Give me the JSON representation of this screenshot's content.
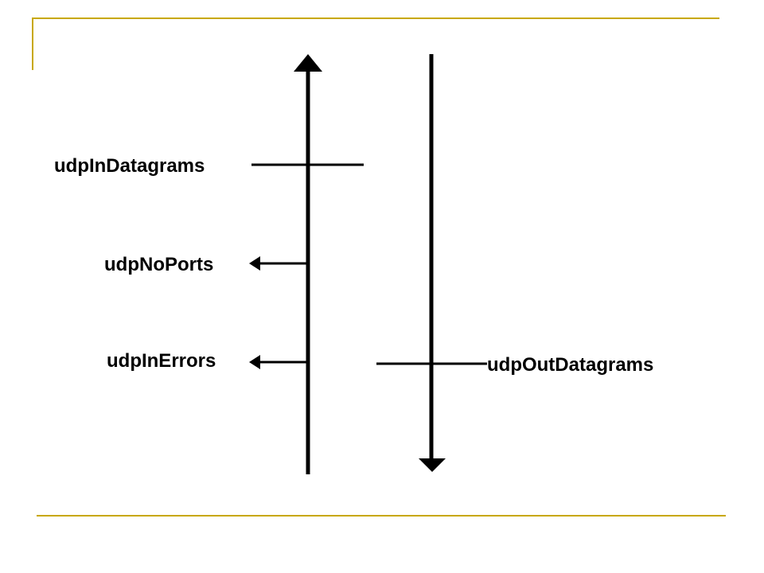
{
  "colors": {
    "accent": "#C8A800",
    "line": "#000000"
  },
  "labels": {
    "udp_in_datagrams": "udpInDatagrams",
    "udp_no_ports": "udpNoPorts",
    "udp_in_errors": "udpInErrors",
    "udp_out_datagrams": "udpOutDatagrams"
  }
}
